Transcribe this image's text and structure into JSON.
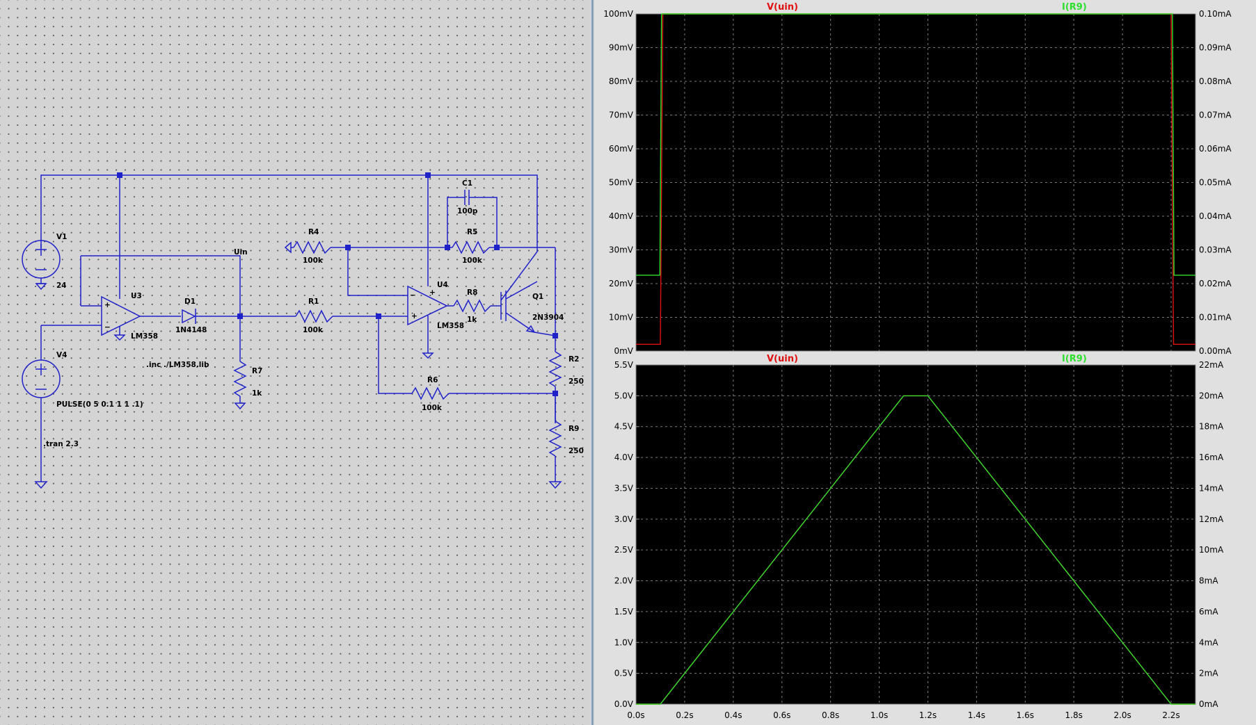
{
  "schematic": {
    "labels": {
      "V1": "V1",
      "V1_val": "24",
      "V4": "V4",
      "V4_val": "PULSE(0 5 0.1 1 1 .1)",
      "tran": ".tran 2.3",
      "inc": ".inc ./LM358.lib",
      "U3": "U3",
      "U3_val": "LM358",
      "U4": "U4",
      "U4_val": "LM358",
      "D1": "D1",
      "D1_val": "1N4148",
      "Uin": "Uin",
      "R1": "R1",
      "R1_val": "100k",
      "R4": "R4",
      "R4_val": "100k",
      "R5": "R5",
      "R5_val": "100k",
      "R6": "R6",
      "R6_val": "100k",
      "R7": "R7",
      "R7_val": "1k",
      "R8": "R8",
      "R8_val": "1k",
      "R2": "R2",
      "R2_val": "250",
      "R9": "R9",
      "R9_val": "250",
      "C1": "C1",
      "C1_val": "100p",
      "Q1": "Q1",
      "Q1_val": "2N3904"
    }
  },
  "plots": {
    "colors": {
      "vuin": "#e01010",
      "ir9": "#2ee02e",
      "background": "#000000"
    },
    "top": {
      "trace_labels": [
        "V(uin)",
        "I(R9)"
      ],
      "left_ticks": [
        "100mV",
        "90mV",
        "80mV",
        "70mV",
        "60mV",
        "50mV",
        "40mV",
        "30mV",
        "20mV",
        "10mV",
        "0mV"
      ],
      "right_ticks": [
        "0.10mA",
        "0.09mA",
        "0.08mA",
        "0.07mA",
        "0.06mA",
        "0.05mA",
        "0.04mA",
        "0.03mA",
        "0.02mA",
        "0.01mA",
        "0.00mA"
      ]
    },
    "bottom": {
      "trace_labels": [
        "V(uin)",
        "I(R9)"
      ],
      "left_ticks": [
        "5.5V",
        "5.0V",
        "4.5V",
        "4.0V",
        "3.5V",
        "3.0V",
        "2.5V",
        "2.0V",
        "1.5V",
        "1.0V",
        "0.5V",
        "0.0V"
      ],
      "right_ticks": [
        "22mA",
        "20mA",
        "18mA",
        "16mA",
        "14mA",
        "12mA",
        "10mA",
        "8mA",
        "6mA",
        "4mA",
        "2mA",
        "0mA"
      ],
      "x_ticks": [
        "0.0s",
        "0.2s",
        "0.4s",
        "0.6s",
        "0.8s",
        "1.0s",
        "1.2s",
        "1.4s",
        "1.6s",
        "1.8s",
        "2.0s",
        "2.2s"
      ]
    }
  },
  "chart_data": [
    {
      "type": "line",
      "title": "",
      "xlabel": "",
      "ylabel": "",
      "xlim": [
        0,
        2.3
      ],
      "ylim": [
        0,
        0.1
      ],
      "ylim_right": [
        0,
        0.0001
      ],
      "x_unit": "s",
      "y_unit": "V",
      "y_right_unit": "A",
      "grid": true,
      "series": [
        {
          "name": "V(uin)",
          "axis": "left",
          "x": [
            0,
            0.1,
            0.11,
            2.2,
            2.21,
            2.3
          ],
          "y": [
            0.002,
            0.002,
            0.1,
            0.1,
            0.002,
            0.002
          ]
        },
        {
          "name": "I(R9)",
          "axis": "right",
          "x": [
            0,
            0.098,
            0.105,
            2.205,
            2.212,
            2.3
          ],
          "y": [
            2.25e-05,
            2.25e-05,
            0.0001,
            0.0001,
            2.25e-05,
            2.25e-05
          ]
        }
      ]
    },
    {
      "type": "line",
      "title": "",
      "xlabel": "",
      "ylabel": "",
      "xlim": [
        0,
        2.3
      ],
      "ylim": [
        0,
        5.5
      ],
      "ylim_right": [
        0,
        0.022
      ],
      "x_unit": "s",
      "y_unit": "V",
      "y_right_unit": "A",
      "grid": true,
      "series": [
        {
          "name": "V(uin)",
          "axis": "left",
          "x": [
            0,
            0.1,
            1.1,
            1.2,
            2.2,
            2.3
          ],
          "y": [
            0,
            0,
            5.0,
            5.0,
            0,
            0
          ]
        },
        {
          "name": "I(R9)",
          "axis": "right",
          "x": [
            0,
            0.1,
            1.1,
            1.2,
            2.2,
            2.3
          ],
          "y": [
            0,
            0,
            0.02,
            0.02,
            0,
            0
          ]
        }
      ]
    }
  ]
}
